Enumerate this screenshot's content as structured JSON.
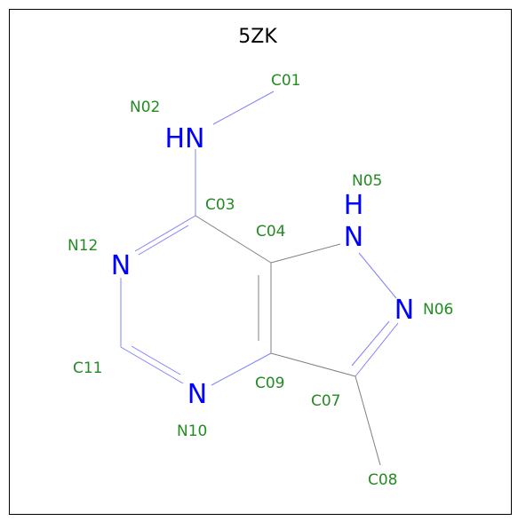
{
  "title": "5ZK",
  "colors": {
    "nitrogen": "#0000ff",
    "label": "#228b22",
    "bond_c": "#808080",
    "bond_n": "#8080ff"
  },
  "atoms": {
    "N02": {
      "symbol": "HN"
    },
    "N05": {
      "symbol": "N",
      "h": "H"
    },
    "N06": {
      "symbol": "N"
    },
    "N10": {
      "symbol": "N"
    },
    "N12": {
      "symbol": "N"
    }
  },
  "labels": {
    "C01": "C01",
    "N02": "N02",
    "C03": "C03",
    "C04": "C04",
    "N05": "N05",
    "N06": "N06",
    "C07": "C07",
    "C08": "C08",
    "C09": "C09",
    "N10": "N10",
    "C11": "C11",
    "N12": "N12"
  }
}
